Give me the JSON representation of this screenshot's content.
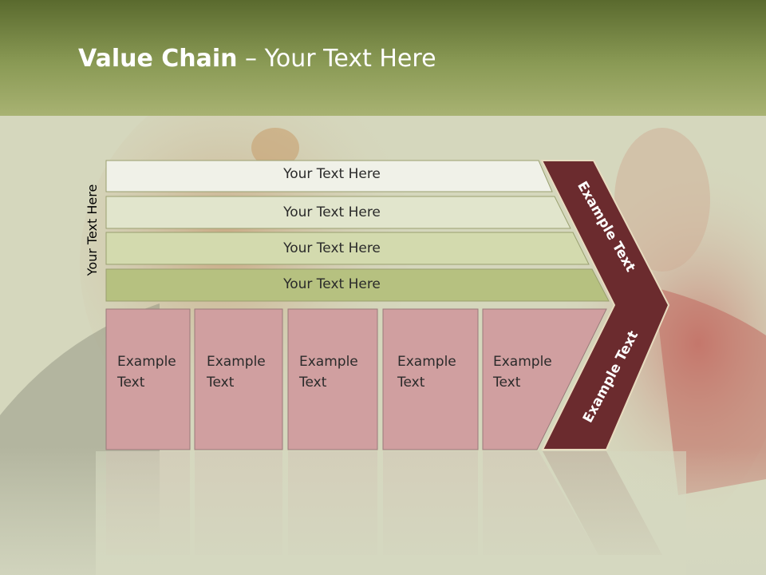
{
  "title": {
    "bold": "Value Chain",
    "rest": " – Your Text Here"
  },
  "side_label": "Your Text Here",
  "rows": [
    {
      "label": "Your Text Here",
      "color": "#f0f1e8"
    },
    {
      "label": "Your Text Here",
      "color": "#e1e5cc"
    },
    {
      "label": "Your Text Here",
      "color": "#d3daae"
    },
    {
      "label": "Your Text Here",
      "color": "#b6c180"
    }
  ],
  "columns": [
    {
      "line1": "Example",
      "line2": "Text"
    },
    {
      "line1": "Example",
      "line2": "Text"
    },
    {
      "line1": "Example",
      "line2": "Text"
    },
    {
      "line1": "Example",
      "line2": "Text"
    },
    {
      "line1": "Example",
      "line2": "Text"
    }
  ],
  "chevron": {
    "upper": "Example Text",
    "lower": "Example Text",
    "color": "#6b2b2e"
  },
  "colors": {
    "header": "#7d8c45",
    "column_fill": "#d09fa0"
  }
}
